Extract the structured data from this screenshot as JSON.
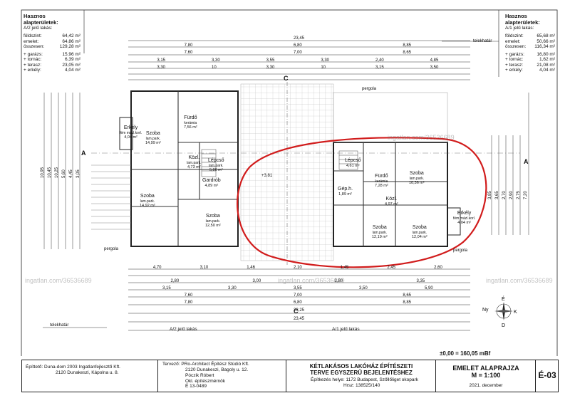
{
  "left_area_table": {
    "title": "Hasznos alapterületek:",
    "subtitle": "A/2 jelű lakás:",
    "rows": [
      {
        "label": "földszint:",
        "value": "64,42 m²"
      },
      {
        "label": "emelet:",
        "value": "64,86 m²"
      },
      {
        "label": "összesen:",
        "value": "129,28 m²"
      }
    ],
    "extras": [
      {
        "label": "+ garázs:",
        "value": "15,96 m²"
      },
      {
        "label": "+ tornác:",
        "value": "6,39 m²"
      },
      {
        "label": "+ terasz:",
        "value": "23,05 m²"
      },
      {
        "label": "+ erkély:",
        "value": "4,04 m²"
      }
    ]
  },
  "right_area_table": {
    "title": "Hasznos alapterületek:",
    "subtitle": "A/1 jelű lakás:",
    "rows": [
      {
        "label": "földszint:",
        "value": "65,68 m²"
      },
      {
        "label": "emelet:",
        "value": "50,66 m²"
      },
      {
        "label": "összesen:",
        "value": "116,34 m²"
      }
    ],
    "extras": [
      {
        "label": "+ garázs:",
        "value": "16,80 m²"
      },
      {
        "label": "+ tornác:",
        "value": "1,62 m²"
      },
      {
        "label": "+ terasz:",
        "value": "21,08 m²"
      },
      {
        "label": "+ erkély:",
        "value": "4,04 m²"
      }
    ]
  },
  "dimensions": {
    "top_total": "23,45",
    "top_row2": [
      "7,80",
      "6,80",
      "8,85"
    ],
    "top_row3": [
      "7,60",
      "7,00",
      "8,65"
    ],
    "top_row4": [
      "3,15",
      "3,30",
      "3,55",
      "3,30",
      "2,40",
      "4,85"
    ],
    "top_row5": [
      "3,30",
      "10",
      "3,30",
      "10",
      "3,15",
      "3,50"
    ],
    "bottom_row1": [
      "4,70",
      "3,10",
      "1,46",
      "2,10",
      "1,45",
      "2,45",
      "2,60"
    ],
    "bottom_row2": [
      "2,80",
      "3,00",
      "2,80",
      "3,35"
    ],
    "bottom_row3": [
      "3,15",
      "3,30",
      "3,55",
      "3,50",
      "5,90"
    ],
    "bottom_row4": [
      "7,60",
      "7,00",
      "8,65"
    ],
    "bottom_row5": [
      "7,80",
      "6,80",
      "8,85"
    ],
    "bottom_total": "23,25",
    "bottom_total2": "23,45",
    "left_vertical": [
      "10,95",
      "10,45",
      "10,25",
      "5,60",
      "4,45",
      "3,05"
    ],
    "right_vertical": [
      "3,85",
      "3,65",
      "2,70",
      "2,90",
      "2,75",
      "7,20"
    ]
  },
  "left_rooms": [
    {
      "name": "Erkély",
      "sub": "fém mázl.korl.",
      "area": "4,04 m²"
    },
    {
      "name": "Szoba",
      "sub": "lam.park.",
      "area": "14,99 m²"
    },
    {
      "name": "Fürdő",
      "sub": "kerámia",
      "area": "7,56 m²"
    },
    {
      "name": "Közl.",
      "sub": "lam.park.",
      "area": "4,73 m²"
    },
    {
      "name": "Lépcső",
      "sub": "lam.park.",
      "area": "5,86 m²"
    },
    {
      "name": "Gardrób",
      "sub": "",
      "area": "4,89 m²"
    },
    {
      "name": "Szoba",
      "sub": "lam.park.",
      "area": "14,92 m²"
    },
    {
      "name": "Szoba",
      "sub": "lam.park.",
      "area": "12,50 m²"
    }
  ],
  "right_rooms": [
    {
      "name": "Lépcső",
      "sub": "",
      "area": "4,61 m²"
    },
    {
      "name": "Fürdő",
      "sub": "kerámia",
      "area": "7,28 m²"
    },
    {
      "name": "Szoba",
      "sub": "lam.park.",
      "area": "10,36 m²"
    },
    {
      "name": "Gép.h.",
      "sub": "",
      "area": "1,89 m²"
    },
    {
      "name": "Közl.",
      "sub": "",
      "area": "4,97 m²"
    },
    {
      "name": "Szoba",
      "sub": "lam.park.",
      "area": "12,19 m²"
    },
    {
      "name": "Szoba",
      "sub": "lam.park.",
      "area": "12,04 m²"
    },
    {
      "name": "Erkély",
      "sub": "fém mázl.korl.",
      "area": "4,04 m²"
    }
  ],
  "labels": {
    "section_a_left": "A",
    "section_a_right": "A",
    "section_c_top": "C",
    "section_c_bottom": "C",
    "pergola_top": "pergola",
    "pergola_left": "pergola",
    "pergola_right": "pergola",
    "telekhatar_top": "telekhatár",
    "telekhatar_bottom": "telekhatár",
    "center_elev": "+3,81",
    "a2_label": "A/2 jelű lakás",
    "a1_label": "A/1 jelű lakás",
    "watermark1": "ingatlan.com/36536689",
    "watermark2": "ingatlan.com/36536689",
    "watermark3": "ingatlan.com/36536689",
    "watermark4": "ingatlan.com/36536689"
  },
  "compass": {
    "N": "É",
    "E": "K",
    "S": "D",
    "W": "Ny"
  },
  "title_block": {
    "elevation": "±0,00 = 160,05 mBf",
    "builder_label": "Építtető:",
    "builder_name": "Duna-dom 2003 Ingatlanfejlesztő Kft.",
    "builder_addr": "2120 Dunakeszi, Kápolna u. 8.",
    "designer_label": "Tervező:",
    "designer_name": "PRo-Architect Építész Stúdió Kft.",
    "designer_addr": "2120 Dunakeszi, Bagoly u. 12.",
    "designer_person": "Póczik Róbert",
    "designer_title": "Okl. építészmérnök",
    "designer_reg": "É 13-0489",
    "project_title1": "KÉTLAKÁSOS LAKÓHÁZ ÉPÍTÉSZETI",
    "project_title2": "TERVE EGYSZERŰ BEJELENTÉSHEZ",
    "site_label": "Építkezés helye:",
    "site_value": "1172 Budapest, Szőllőliget okopark",
    "hrsz": "Hrsz: 138525/140",
    "drawing_title": "EMELET ALAPRAJZA",
    "scale": "M = 1:100",
    "date": "2021. december",
    "sheet": "É-03"
  }
}
